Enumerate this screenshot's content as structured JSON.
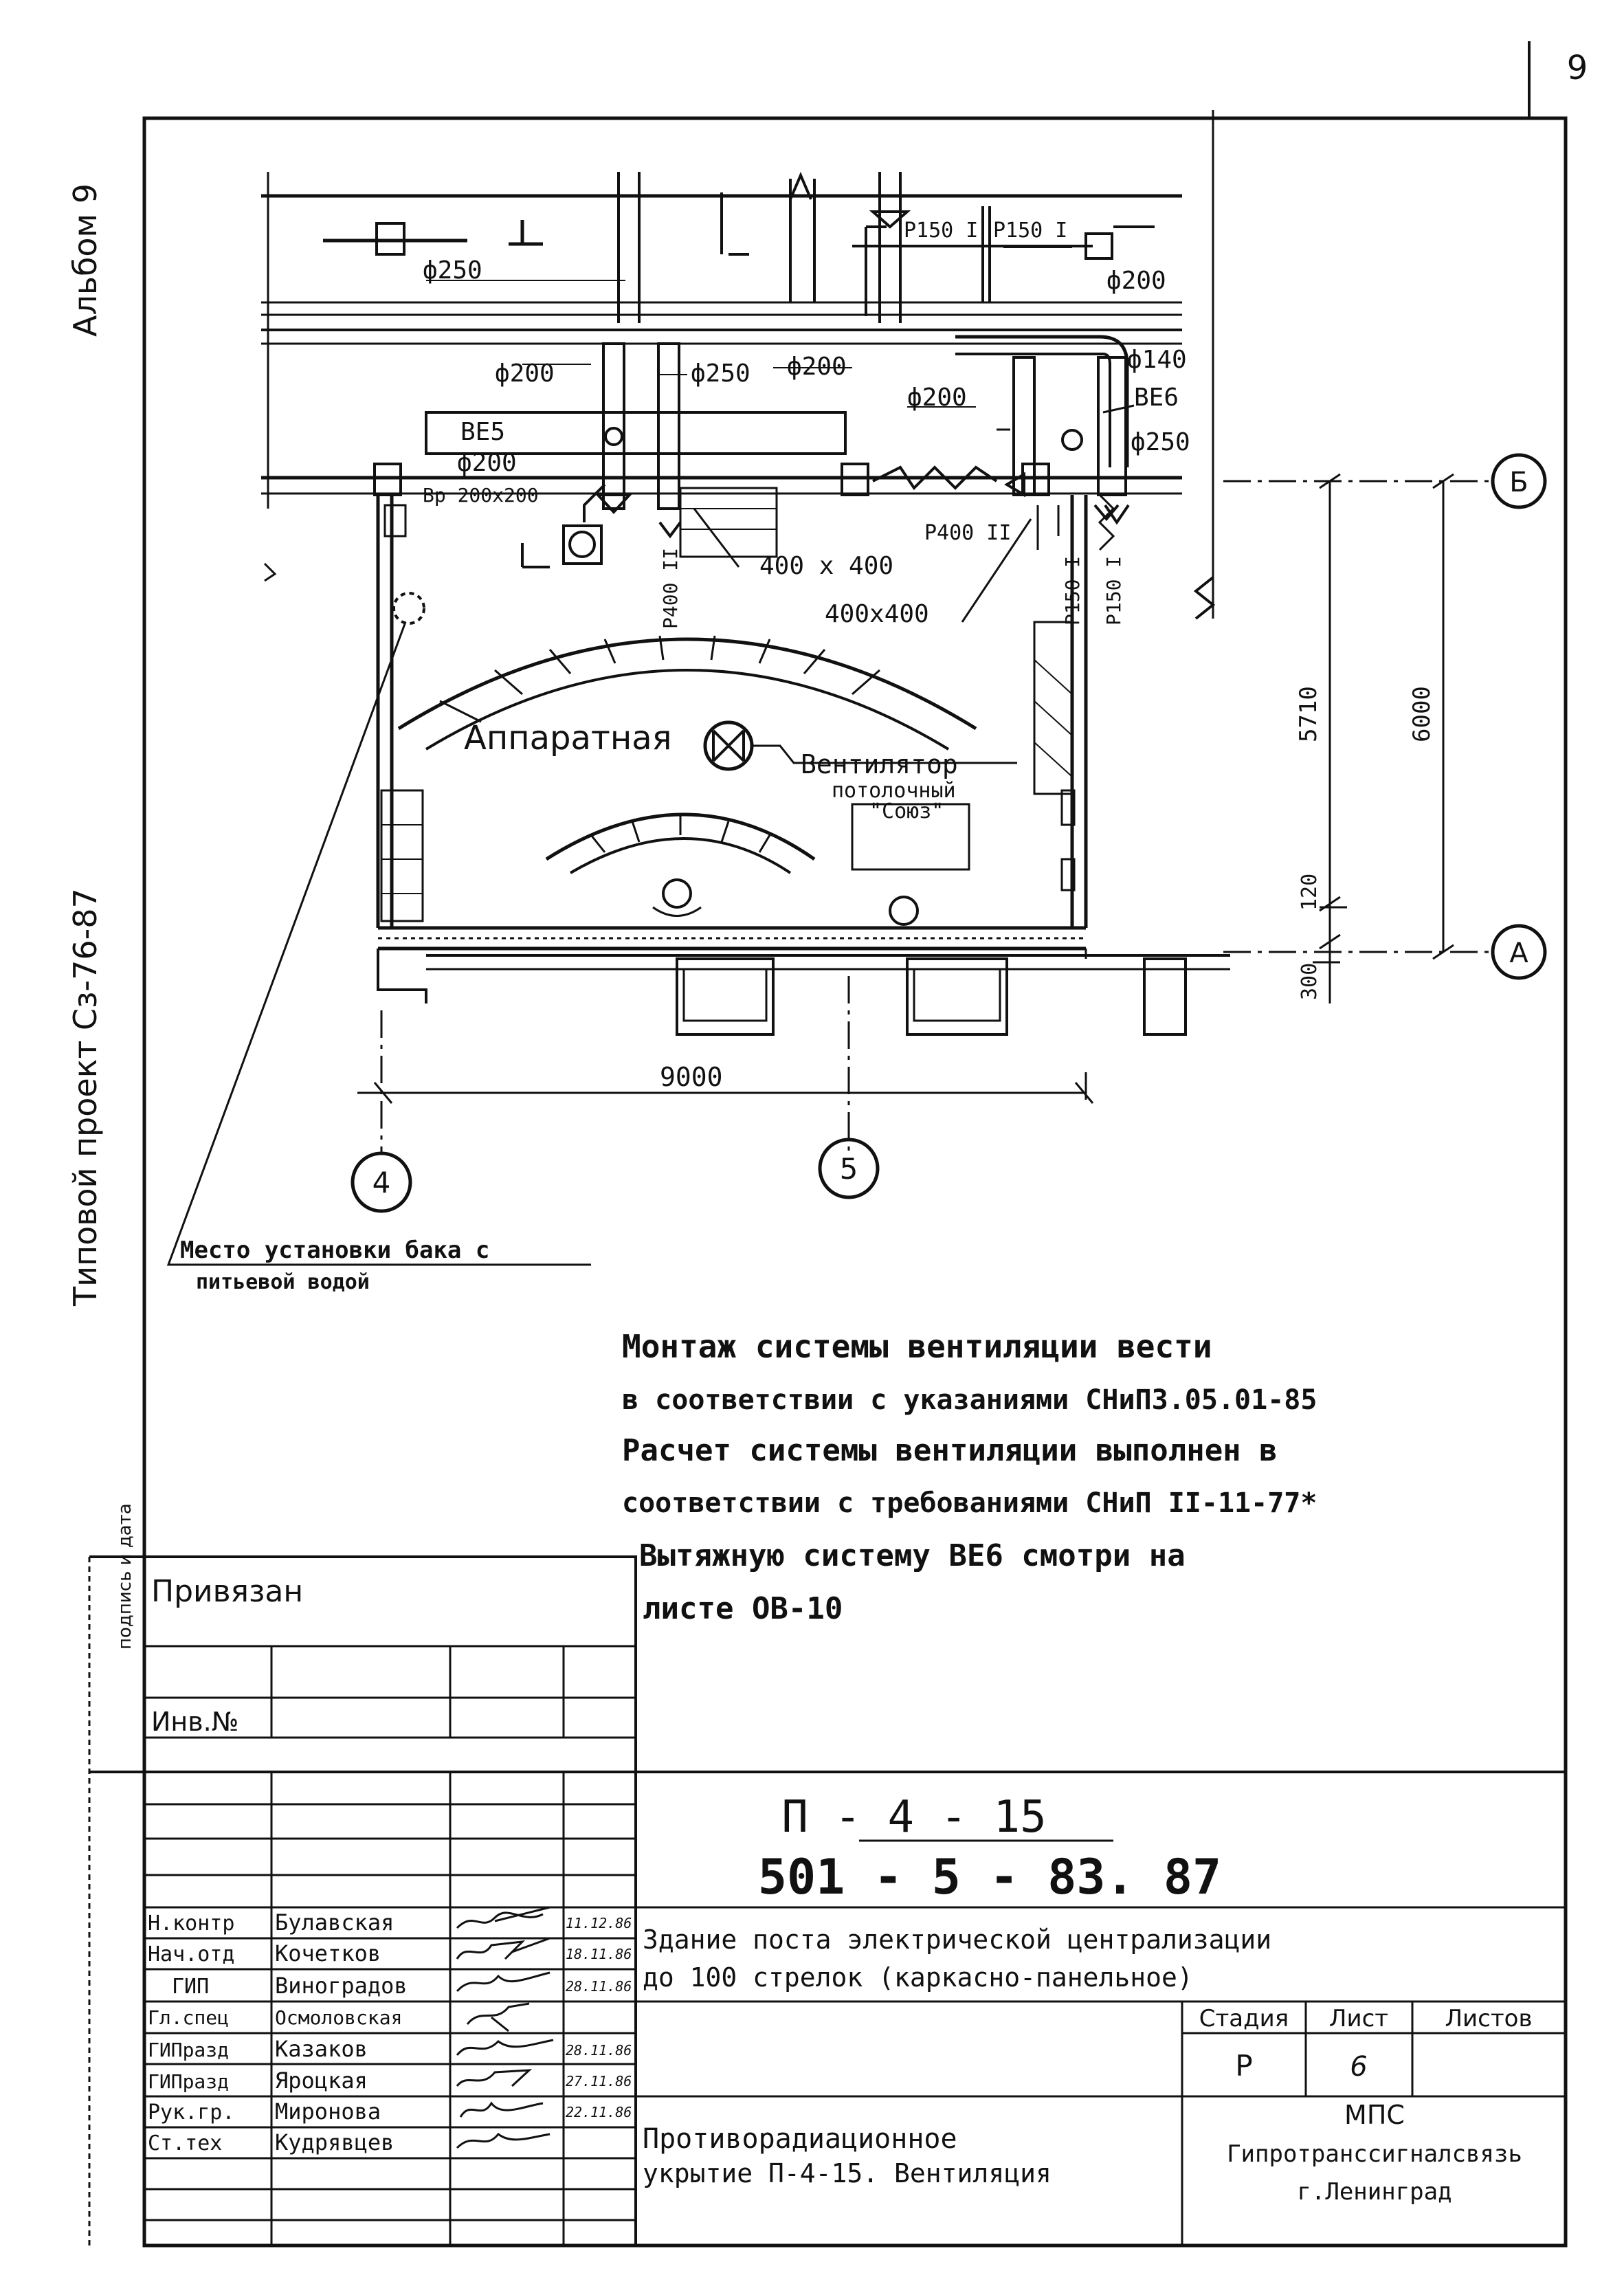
{
  "sheet_number": "9",
  "album": "Альбом 9",
  "project_vertical": "Типовой проект Сз-76-87",
  "plan": {
    "room_label": "Аппаратная",
    "fan_label": [
      "Вентилятор",
      "потолочный",
      "\"Союз\""
    ],
    "tank_note": [
      "Место установки бака с",
      "питьевой водой"
    ],
    "pipe_labels": {
      "d250_top": "ф250",
      "p150_a": "Р150 I",
      "p150_b": "Р150 I",
      "d200_tr": "ф200",
      "d140": "ф140",
      "d200_l": "ф200",
      "d250_m": "ф250",
      "d200_m": "ф200",
      "be5": "ВЕ5",
      "d200_be5": "ф200",
      "vr": "Вр 200х200",
      "d200_r": "ф200",
      "be6": "ВЕ6",
      "d250_r": "ф250",
      "p400_a": "Р400 II",
      "p400_b": "Р400 II",
      "duct_a": "400 х 400",
      "duct_b": "400х400",
      "p150_c": "Р150 I",
      "p150_d": "Р150 I"
    },
    "dims": {
      "d9000": "9000",
      "d5710": "5710",
      "d6000": "6000",
      "d120": "120",
      "d300": "300"
    },
    "axes": {
      "a4": "4",
      "a5": "5",
      "aB": "Б",
      "aA": "А"
    }
  },
  "notes": [
    "Монтаж системы вентиляции вести",
    "в соответствии с указаниями СНиП3.05.01-85",
    "Расчет системы вентиляции выполнен в",
    "соответствии с требованиями СНиП II-11-77*",
    "Вытяжную систему ВЕ6 смотри на",
    "листе ОВ-10"
  ],
  "stamp": {
    "privyazan": "Привязан",
    "inv_no": "Инв.№",
    "side_text": "подпись и дата",
    "code1": "П - 4 - 15",
    "code2": "501 - 5 - 83. 87",
    "building_title": "Здание поста электрической централизации",
    "building_title2": "до 100 стрелок (каркасно-панельное)",
    "sheet_title": "Противорадиационное",
    "sheet_title2": "укрытие П-4-15. Вентиляция",
    "stage_h": "Стадия",
    "list_h": "Лист",
    "listov_h": "Листов",
    "stage": "Р",
    "list": "6",
    "org1": "МПС",
    "org2": "Гипротранссигналсвязь",
    "org3": "г.Ленинград",
    "people": [
      {
        "role": "Н.контр",
        "name": "Булавская",
        "date": "11.12.86"
      },
      {
        "role": "Нач.отд",
        "name": "Кочетков",
        "date": "18.11.86"
      },
      {
        "role": "ГИП",
        "name": "Виноградов",
        "date": "28.11.86"
      },
      {
        "role": "Гл.спец",
        "name": "Осмоловская",
        "date": ""
      },
      {
        "role": "ГИПразд",
        "name": "Казаков",
        "date": "28.11.86"
      },
      {
        "role": "ГИПразд",
        "name": "Яроцкая",
        "date": "27.11.86"
      },
      {
        "role": "Рук.гр.",
        "name": "Миронова",
        "date": "22.11.86"
      },
      {
        "role": "Ст.тех",
        "name": "Кудрявцев",
        "date": ""
      }
    ]
  }
}
